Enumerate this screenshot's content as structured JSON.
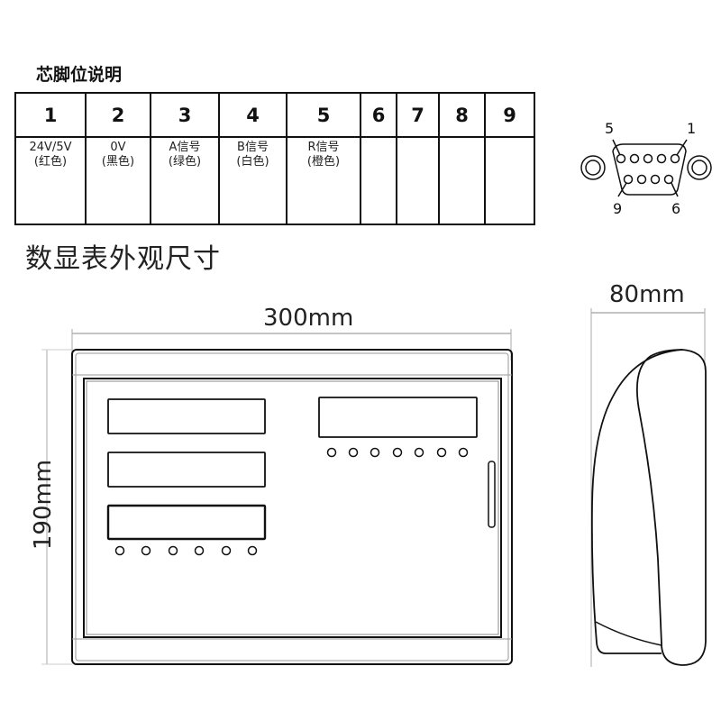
{
  "pin_section": {
    "title": "芯脚位说明",
    "columns": [
      {
        "pin": "1",
        "line1": "24V/5V",
        "line2": "(红色)"
      },
      {
        "pin": "2",
        "line1": "0V",
        "line2": "(黑色)"
      },
      {
        "pin": "3",
        "line1": "A信号",
        "line2": "(绿色)"
      },
      {
        "pin": "4",
        "line1": "B信号",
        "line2": "(白色)"
      },
      {
        "pin": "5",
        "line1": "R信号",
        "line2": "(橙色)"
      },
      {
        "pin": "6",
        "line1": "",
        "line2": ""
      },
      {
        "pin": "7",
        "line1": "",
        "line2": ""
      },
      {
        "pin": "8",
        "line1": "",
        "line2": ""
      },
      {
        "pin": "9",
        "line1": "",
        "line2": ""
      }
    ]
  },
  "connector": {
    "icon": "db9-connector-icon",
    "labels": {
      "top_left": "5",
      "top_right": "1",
      "bottom_left": "9",
      "bottom_right": "6"
    }
  },
  "dimensions_section": {
    "title": "数显表外观尺寸",
    "width_label": "300mm",
    "height_label": "190mm",
    "depth_label": "80mm"
  },
  "front_view": {
    "left_displays": 3,
    "left_indicator_count": 6,
    "right_display": 1,
    "right_indicator_count": 7
  },
  "colors": {
    "line": "#111111",
    "dim_line": "#888888"
  }
}
